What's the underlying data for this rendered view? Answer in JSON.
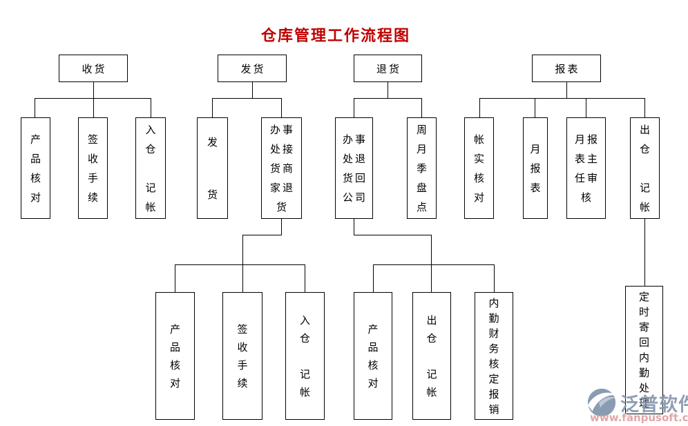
{
  "title": {
    "text": "仓库管理工作流程图",
    "color": "#c00000"
  },
  "colors": {
    "line": "#000000",
    "box_border": "#000000",
    "background": "#ffffff",
    "watermark_brand": "#8696ad",
    "watermark_url": "#dfa0a0"
  },
  "nodes": {
    "shouhuo": {
      "label": "收货"
    },
    "fahuo": {
      "label": "发货"
    },
    "tuihuo": {
      "label": "退货"
    },
    "baobiao": {
      "label": "报表"
    },
    "sh_1": {
      "label": "产品核对"
    },
    "sh_2": {
      "label": "签收手续"
    },
    "sh_3": {
      "label": "入仓 记帐"
    },
    "fh_1": {
      "label": "发 货"
    },
    "fh_2": {
      "label": "办事处接货商家退货"
    },
    "th_1": {
      "label": "办事处退货回公司"
    },
    "th_2": {
      "label": "周月季盘点"
    },
    "bb_1": {
      "label": "帐实核对"
    },
    "bb_2": {
      "label": "月报表"
    },
    "bb_3": {
      "label": "月报表主任审核"
    },
    "bb_4": {
      "label": "出仓 记帐"
    },
    "fh2_1": {
      "label": "产品核对"
    },
    "fh2_2": {
      "label": "签收手续"
    },
    "fh2_3": {
      "label": "入仓 记帐"
    },
    "th2_1": {
      "label": "产品核对"
    },
    "th2_2": {
      "label": "出仓 记帐"
    },
    "th2_3": {
      "label": "内勤财务核定报销"
    },
    "bb2_1": {
      "label": "定时寄回内勤处理"
    }
  },
  "watermark": {
    "logo_icon": "fanpu-swoosh-logo",
    "brand": "泛普软件",
    "url": "www.fanpusoft.com"
  }
}
